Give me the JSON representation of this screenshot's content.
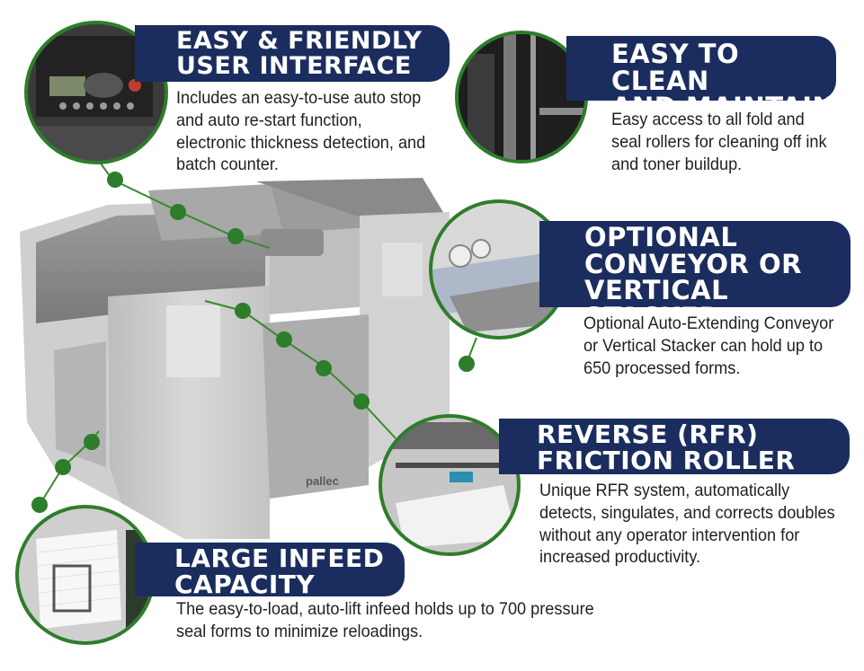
{
  "colors": {
    "title_bg": "#1b2d5e",
    "title_text": "#ffffff",
    "connector": "#3a8a2e",
    "dot": "#2e7d2a",
    "machine_body": "#c9c9c9",
    "description_text": "#1f1f1f"
  },
  "machine": {
    "brand_label": "pallec"
  },
  "features": {
    "ui": {
      "title": "EASY & FRIENDLY\nUSER INTERFACE",
      "description": "Includes an easy-to-use auto stop and auto re-start function, electronic thickness detection, and batch counter."
    },
    "clean": {
      "title": "EASY TO CLEAN\nAND MAINTAIN",
      "description": "Easy access to all fold and seal rollers for cleaning off ink and toner buildup."
    },
    "conveyor": {
      "title": "OPTIONAL\nCONVEYOR OR\nVERTICAL STACKER",
      "description": "Optional Auto-Extending Conveyor or Vertical Stacker can hold up to 650 processed forms."
    },
    "rfr": {
      "title": "REVERSE  (RFR)\nFRICTION ROLLER",
      "description": "Unique RFR system, automatically detects, singulates, and corrects doubles without any operator intervention for increased productivity."
    },
    "infeed": {
      "title": "LARGE INFEED\nCAPACITY",
      "description": "The easy-to-load, auto-lift infeed holds up to 700 pressure seal forms to minimize reloadings."
    }
  }
}
